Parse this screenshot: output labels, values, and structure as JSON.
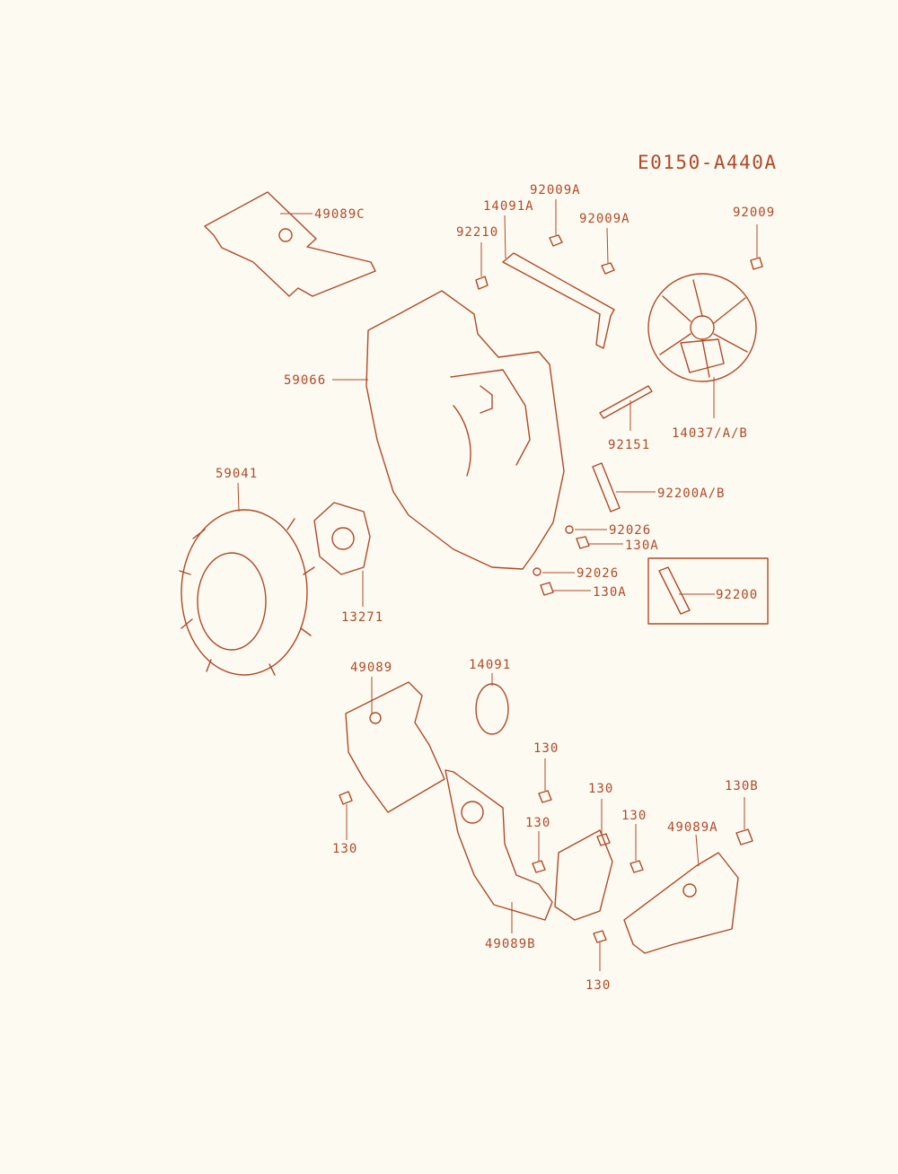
{
  "diagram_id": "E0150-A440A",
  "colors": {
    "ink": "#b0492a",
    "background": "#fdfbf1"
  },
  "labels": {
    "l49089C": "49089C",
    "l92009A_1": "92009A",
    "l14091A": "14091A",
    "l92009A_2": "92009A",
    "l92009": "92009",
    "l92210": "92210",
    "l59066": "59066",
    "l92151": "92151",
    "l14037": "14037/A/B",
    "l92200AB": "92200A/B",
    "l59041": "59041",
    "l92026_1": "92026",
    "l130A_1": "130A",
    "l92026_2": "92026",
    "l130A_2": "130A",
    "l92200": "92200",
    "l13271": "13271",
    "l49089": "49089",
    "l14091": "14091",
    "l130_1": "130",
    "l130_2": "130",
    "l130_3": "130",
    "l130_4": "130",
    "l130_5": "130",
    "l130_6": "130",
    "l130B": "130B",
    "l49089A": "49089A",
    "l49089B": "49089B"
  }
}
